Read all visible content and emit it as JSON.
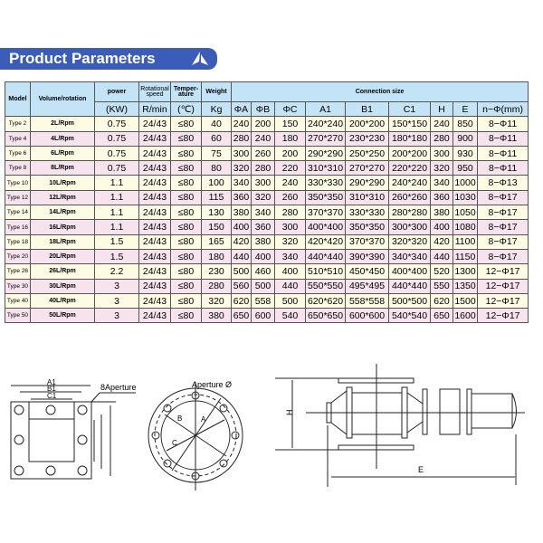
{
  "title": "Product Parameters",
  "banner_icon": "triangle-logo-icon",
  "colors": {
    "banner": "#3b5db9",
    "header": "#c3e3f6",
    "row_odd": "#fdfbe4",
    "row_even": "#f7e3ee"
  },
  "header": {
    "model": "Model",
    "volume": "Volume/rotation",
    "power": "power",
    "speed": "Rotational speed",
    "temp": "Temper- ature",
    "weight": "Weight",
    "connection": "Connection size",
    "units": [
      "(KW)",
      "R/min",
      "(℃)",
      "Kg",
      "ΦA",
      "ΦB",
      "ΦC",
      "A1",
      "B1",
      "C1",
      "H",
      "E",
      "n−Φ(mm)"
    ]
  },
  "rows": [
    [
      "Type 2",
      "2L/Rpm",
      "0.75",
      "24/43",
      "≤80",
      "40",
      "240",
      "200",
      "150",
      "240*240",
      "200*200",
      "150*150",
      "240",
      "850",
      "8−Φ11"
    ],
    [
      "Type 4",
      "4L/Rpm",
      "0.75",
      "24/43",
      "≤80",
      "60",
      "280",
      "240",
      "180",
      "270*270",
      "230*230",
      "180*180",
      "280",
      "900",
      "8−Φ11"
    ],
    [
      "Type 6",
      "6L/Rpm",
      "0.75",
      "24/43",
      "≤80",
      "75",
      "300",
      "260",
      "200",
      "290*290",
      "250*250",
      "200*200",
      "300",
      "930",
      "8−Φ11"
    ],
    [
      "Type 8",
      "8L/Rpm",
      "0.75",
      "24/43",
      "≤80",
      "80",
      "320",
      "280",
      "220",
      "310*310",
      "270*270",
      "220*220",
      "320",
      "950",
      "8−Φ11"
    ],
    [
      "Type 10",
      "10L/Rpm",
      "1.1",
      "24/43",
      "≤80",
      "100",
      "340",
      "300",
      "240",
      "330*330",
      "290*290",
      "240*240",
      "340",
      "1000",
      "8−Φ13"
    ],
    [
      "Type 12",
      "12L/Rpm",
      "1.1",
      "24/43",
      "≤80",
      "115",
      "360",
      "320",
      "260",
      "350*350",
      "310*310",
      "260*260",
      "360",
      "1030",
      "8−Φ17"
    ],
    [
      "Type 14",
      "14L/Rpm",
      "1.1",
      "24/43",
      "≤80",
      "130",
      "380",
      "340",
      "280",
      "370*370",
      "330*330",
      "280*280",
      "380",
      "1050",
      "8−Φ17"
    ],
    [
      "Type 16",
      "16L/Rpm",
      "1.1",
      "24/43",
      "≤80",
      "150",
      "400",
      "360",
      "300",
      "400*400",
      "350*350",
      "300*300",
      "400",
      "1080",
      "8−Φ17"
    ],
    [
      "Type 18",
      "18L/Rpm",
      "1.5",
      "24/43",
      "≤80",
      "165",
      "420",
      "380",
      "320",
      "420*420",
      "370*370",
      "320*320",
      "420",
      "1100",
      "8−Φ17"
    ],
    [
      "Type 20",
      "20L/Rpm",
      "1.5",
      "24/43",
      "≤80",
      "180",
      "440",
      "400",
      "340",
      "440*440",
      "390*390",
      "340*340",
      "440",
      "1150",
      "8−Φ17"
    ],
    [
      "Type 26",
      "26L/Rpm",
      "2.2",
      "24/43",
      "≤80",
      "230",
      "500",
      "460",
      "400",
      "510*510",
      "450*450",
      "400*400",
      "520",
      "1300",
      "12−Φ17"
    ],
    [
      "Type 30",
      "30L/Rpm",
      "3",
      "24/43",
      "≤80",
      "280",
      "560",
      "500",
      "440",
      "550*550",
      "495*495",
      "440*440",
      "550",
      "1350",
      "12−Φ17"
    ],
    [
      "Type 40",
      "40L/Rpm",
      "3",
      "24/43",
      "≤80",
      "320",
      "620",
      "558",
      "500",
      "620*620",
      "558*558",
      "500*500",
      "620",
      "1500",
      "12−Φ17"
    ],
    [
      "Type 50",
      "50L/Rpm",
      "3",
      "24/43",
      "≤80",
      "380",
      "650",
      "600",
      "540",
      "650*650",
      "600*600",
      "540*540",
      "650",
      "1600",
      "12−Φ17"
    ]
  ],
  "diagrams": {
    "square": {
      "a1": "A1",
      "b1": "B1",
      "c1": "C1",
      "aperture": "8Aperture"
    },
    "round": {
      "aperture": "Aperture Ø",
      "a": "A",
      "b": "B",
      "c": "C"
    },
    "side": {
      "h": "H",
      "e": "E"
    }
  }
}
